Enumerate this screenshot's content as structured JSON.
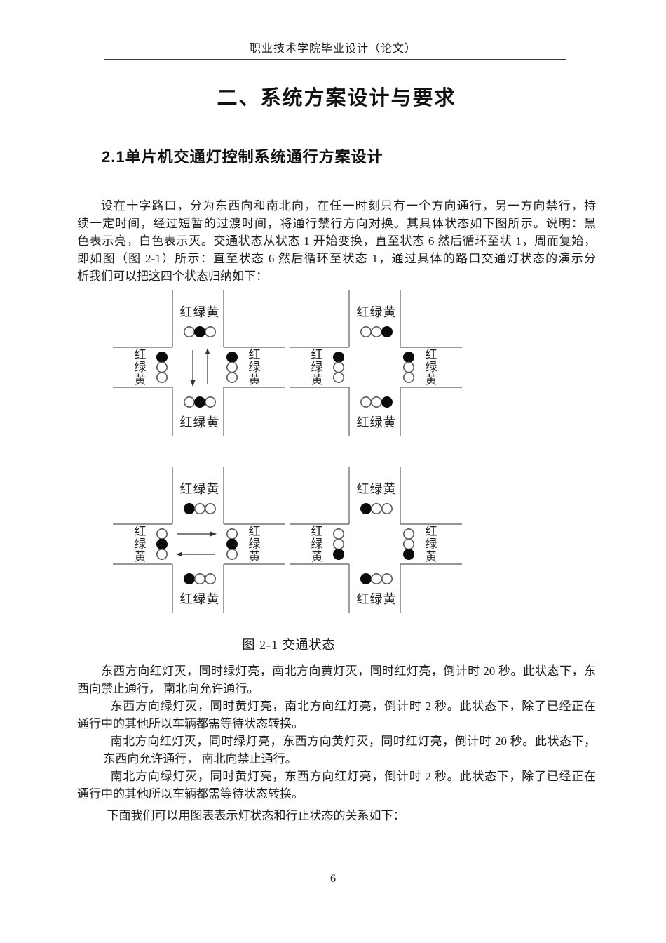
{
  "header": {
    "title": "职业技术学院毕业设计（论文）"
  },
  "chapter_title": "二、系统方案设计与要求",
  "section_heading": "2.1单片机交通灯控制系统通行方案设计",
  "paragraphs": [
    {
      "id": "p1",
      "indent_em": 2,
      "indent2_em": 0,
      "lines": [
        "设在十字路口，分为东西向和南北向，在任一时刻只有一个方向通行，另一方向禁行，持",
        "续一定时间，经过短暂的过渡时间，将通行禁行方向对换。其具体状态如下图所示。说明：黑",
        "色表示亮，白色表示灭。交通状态从状态 1 开始变换，直至状态 6 然后循环至状 1，周而复始，",
        "即如图（图 2-1）所示：直至状态 6 然后循环至状态 1，通过具体的路口交通灯状态的演示分",
        "析我们可以把这四个状态归纳如下："
      ]
    },
    {
      "id": "p2",
      "indent_em": 2,
      "indent2_em": 0,
      "lines": [
        "东西方向红灯灭，同时绿灯亮，南北方向黄灯灭，同时红灯亮，倒计时 20 秒。此状态下，东",
        "西向禁止通行， 南北向允许通行。"
      ]
    },
    {
      "id": "p3",
      "indent_em": 2.8,
      "indent2_em": 0,
      "lines": [
        "东西方向绿灯灭，同时黄灯亮，南北方向红灯亮，倒计时 2 秒。此状态下，除了已经正在",
        "通行中的其他所以车辆都需等待状态转换。"
      ]
    },
    {
      "id": "p4",
      "indent_em": 2.8,
      "indent2_em": 2.2,
      "lines": [
        "南北方向红灯灭，同时绿灯亮，东西方向黄灯灭，同时红灯亮，倒计时 20 秒。此状态下，",
        "东西向允许通行， 南北向禁止通行。"
      ]
    },
    {
      "id": "p5",
      "indent_em": 2.8,
      "indent2_em": 0,
      "lines": [
        "南北方向绿灯灭，同时黄灯亮，东西方向红灯亮，倒计时 2 秒。此状态下，除了已经正在",
        "通行中的其他所以车辆都需等待状态转换。"
      ]
    },
    {
      "id": "p6",
      "indent_em": 2.5,
      "indent2_em": 0,
      "lines": [
        "下面我们可以用图表表示灯状态和行止状态的关系如下："
      ]
    }
  ],
  "figure": {
    "caption": "图 2-1 交通状态",
    "light_order": [
      "红",
      "绿",
      "黄"
    ],
    "states": [
      {
        "name": "state-1",
        "ns_on": "green",
        "ew_on": "red",
        "arrows": "ns"
      },
      {
        "name": "state-2",
        "ns_on": "yellow",
        "ew_on": "red",
        "arrows": "none"
      },
      {
        "name": "state-3",
        "ns_on": "red",
        "ew_on": "green",
        "arrows": "ew"
      },
      {
        "name": "state-4",
        "ns_on": "red",
        "ew_on": "yellow",
        "arrows": "none"
      }
    ]
  },
  "page_number": "6",
  "colors": {
    "ink": "#1c1c1c",
    "road_line": "#757575",
    "light_on": "#0b0b0b",
    "light_off_stroke": "#5a5a5a",
    "header_rule": "#3c3c3c"
  }
}
